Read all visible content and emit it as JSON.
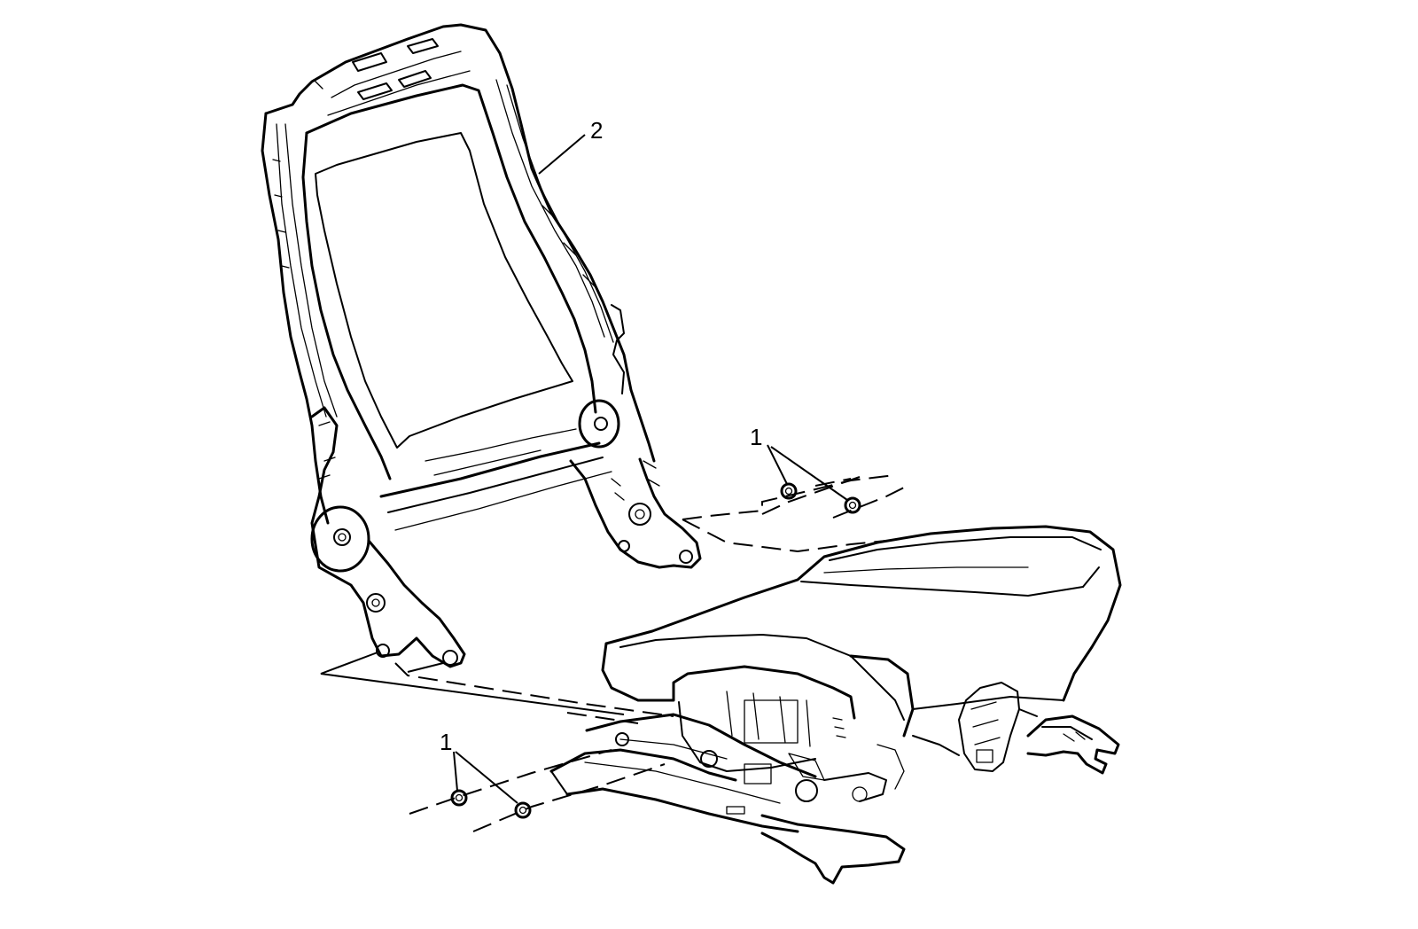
{
  "callouts": {
    "nuts_upper": "1",
    "seatback_frame": "2",
    "nuts_lower": "1"
  },
  "components": [
    {
      "id": "nut",
      "callout": "1"
    },
    {
      "id": "seatback-frame",
      "callout": "2"
    }
  ],
  "colors": {
    "line": "#000000",
    "background": "#ffffff"
  }
}
